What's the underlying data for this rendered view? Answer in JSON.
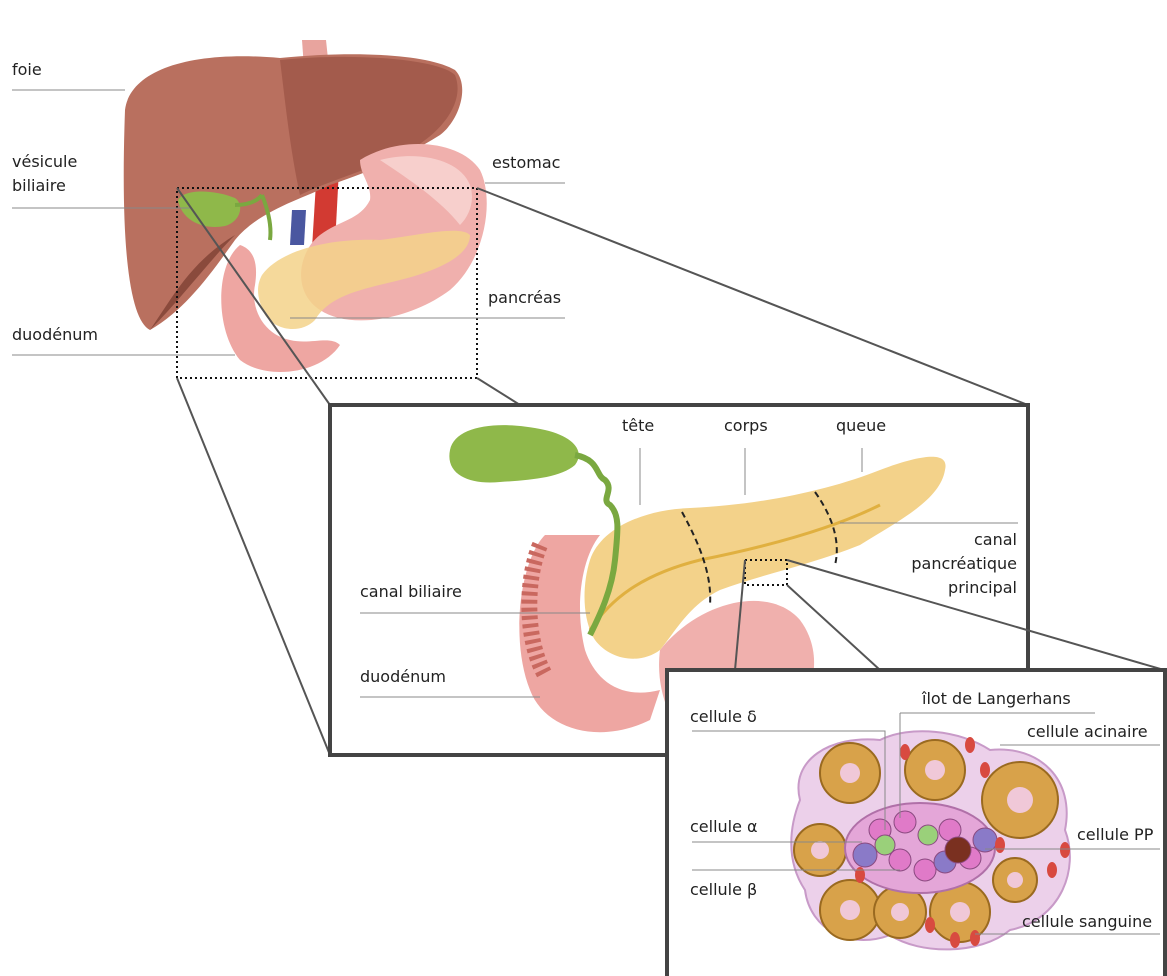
{
  "overview": {
    "labels": {
      "liver": "foie",
      "gallbladder_line1": "vésicule",
      "gallbladder_line2": "biliaire",
      "duodenum": "duodénum",
      "stomach": "estomac",
      "pancreas": "pancréas"
    }
  },
  "pancreas_detail": {
    "labels": {
      "head": "tête",
      "body": "corps",
      "tail": "queue",
      "main_duct_line1": "canal",
      "main_duct_line2": "pancréatique",
      "main_duct_line3": "principal",
      "bile_duct": "canal biliaire",
      "duodenum": "duodénum"
    }
  },
  "islet_detail": {
    "labels": {
      "islet": "îlot de Langerhans",
      "delta_cell": "cellule δ",
      "acinar_cell": "cellule acinaire",
      "alpha_cell": "cellule α",
      "pp_cell": "cellule PP",
      "beta_cell": "cellule β",
      "blood_cell": "cellule sanguine"
    }
  },
  "colors": {
    "liver": "#b9705f",
    "liver_dark": "#9c5446",
    "gallbladder": "#8fb84a",
    "stomach": "#f0b0ad",
    "pancreas": "#f3d28a",
    "duodenum_fold": "#c9685f",
    "islet_pink": "#e4a6d8",
    "acinar": "#d8a24a",
    "blood": "#d84a40",
    "alpha": "#8a7ac8",
    "beta": "#e07ac8",
    "delta": "#9ad07a",
    "pp": "#7a3020",
    "frame": "#444444"
  }
}
